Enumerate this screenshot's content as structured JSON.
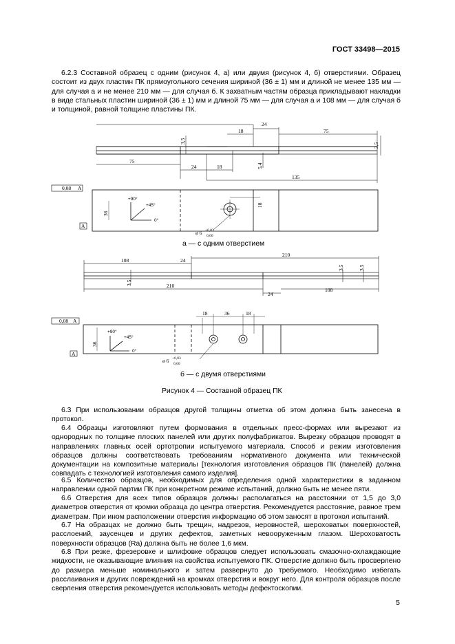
{
  "header": {
    "doc_code": "ГОСТ 33498—2015"
  },
  "intro_text": "6.2.3 Составной образец с одним (рисунок 4, а) или двумя (рисунок 4, б) отверстиями. Образец состоит из двух пластин ПК прямоугольного сечения шириной (36 ± 1) мм и длиной не менее 135 мм — для случая а и не менее 210 мм — для случая б. К захватным частям образца прикладывают накладки в виде стальных пластин шириной (36 ± 1) мм и длиной 75 мм — для случая а и 108 мм — для случая б и толщиной, равной толщине пластины ПК.",
  "figure": {
    "caption": "Рисунок 4 — Составной образец ПК",
    "sub_a": "а — с одним отверстием",
    "sub_b": "б — с двумя отверстиями",
    "drawing_a": {
      "dims": [
        "24",
        "18",
        "75",
        "3,5",
        "75",
        "3,5",
        "24",
        "18",
        "5,4",
        "135"
      ],
      "width": "36",
      "hole_18": "18",
      "tolerance": "0,08",
      "datum": "А",
      "dia": "ø 6",
      "dia_up": "+0,03",
      "dia_low": "0,00",
      "angles": [
        "+90°",
        "+45°",
        "0°"
      ]
    },
    "drawing_b": {
      "dims": [
        "108",
        "24",
        "210",
        "3,5",
        "3,5",
        "3,5",
        "210",
        "24",
        "108"
      ],
      "hole_dims": [
        "18",
        "36",
        "18"
      ],
      "width": "36",
      "tolerance": "0,08",
      "datum": "А",
      "dia": "ø 6",
      "dia_up": "+0,03",
      "dia_low": "0,00",
      "angles": [
        "+90°",
        "+45°",
        "0°"
      ]
    }
  },
  "paragraphs": [
    "6.3 При использовании образцов другой толщины отметка об этом должна быть занесена в протокол.",
    "6.4 Образцы изготовляют путем формования в отдельных пресс-формах или вырезают из однородных по толщине плоских панелей или других полуфабрикатов. Вырезку образцов проводят в направлениях главных осей ортотропии испытуемого материала. Способ и режим изготовления образцов должны соответствовать требованиям нормативного документа или технической документации на композитные материалы [технология изготовления образцов ПК (панелей) должна совпадать с технологией изготовления самого изделия].",
    "6.5 Количество образцов, необходимых для определения одной характеристики в заданном направлении одной партии ПК при конкретном режиме испытаний, должно быть не менее пяти.",
    "6.6 Отверстия для всех типов образцов должны располагаться на расстоянии от 1,5 до 3,0 диаметров отверстия от кромки образца до центра отверстия. Рекомендуется расстояние, равное трем диаметрам. При ином расположении отверстия информацию об этом заносят в протокол испытаний.",
    "6.7 На образцах не должно быть трещин, надрезов, неровностей, шероховатых поверхностей, расслоений, заусенцев и других дефектов, заметных невооруженным глазом. Шероховатость поверхности образцов (Ra) должна быть не более 1,6 мкм.",
    "6.8 При резке, фрезеровке и шлифовке образцов следует использовать смазочно-охлаждающие жидкости, не оказывающие влияния на свойства испытуемого ПК. Отверстие должно быть просверлено до размера меньше номинального и затем развернуто до требуемого. Необходимо избегать расслаивания и других повреждений на кромках отверстия и вокруг него. Для контроля образцов после сверления отверстия рекомендуется использовать методы дефектоскопии."
  ],
  "page_number": "5"
}
